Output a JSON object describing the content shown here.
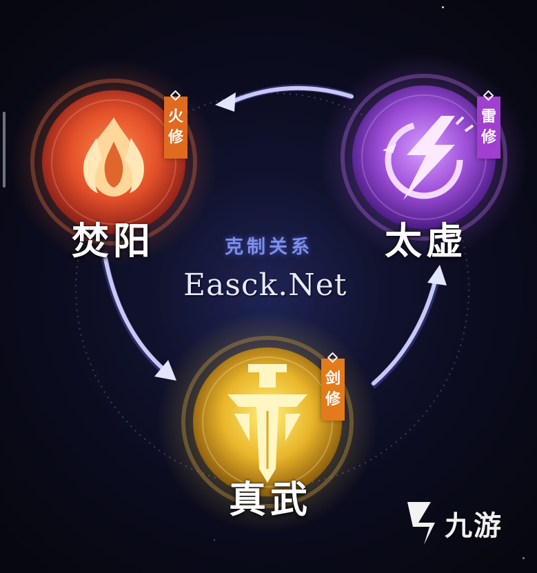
{
  "center_label": "克制关系",
  "watermark": "Easck.Net",
  "logo": {
    "text": "九游"
  },
  "nodes": {
    "fenyang": {
      "name": "焚阳",
      "tag": [
        "火",
        "修"
      ],
      "color": "#e8572e",
      "icon": "flame-icon"
    },
    "taixu": {
      "name": "太虚",
      "tag": [
        "雷",
        "修"
      ],
      "color": "#a84fd6",
      "icon": "lightning-icon"
    },
    "zhenwu": {
      "name": "真武",
      "tag": [
        "剑",
        "修"
      ],
      "color": "#e8b431",
      "icon": "sword-icon"
    }
  },
  "relations": [
    {
      "from": "焚阳",
      "to": "真武"
    },
    {
      "from": "真武",
      "to": "太虚"
    },
    {
      "from": "太虚",
      "to": "焚阳"
    }
  ]
}
